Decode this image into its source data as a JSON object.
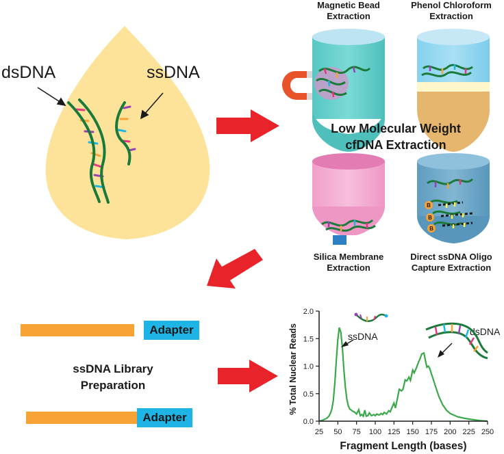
{
  "sample": {
    "ds_label": "dsDNA",
    "ss_label": "ssDNA"
  },
  "methods": {
    "magnetic": [
      "Magnetic Bead",
      "Extraction"
    ],
    "phenol": [
      "Phenol Chloroform",
      "Extraction"
    ],
    "center": [
      "Low Molecular Weight",
      "cfDNA Extraction"
    ],
    "silica": [
      "Silica Membrane",
      "Extraction"
    ],
    "oligo": [
      "Direct ssDNA Oligo",
      "Capture Extraction"
    ],
    "bead_letter": "B"
  },
  "library": {
    "adapter_label": "Adapter",
    "title": [
      "ssDNA Library",
      "Preparation"
    ]
  },
  "colors": {
    "arrow": "#e8232a",
    "teal_tube": "#5ecdc8",
    "blue_tube": "#8ed6f1",
    "pink_tube": "#f4a9cf",
    "steel_tube": "#6fa7c8",
    "drop": "#fde39a",
    "strand": "#1a7a3a",
    "adapter": "#1fb4e6",
    "insert": "#f7a234",
    "curve": "#3aa84a"
  },
  "chart_data": {
    "type": "line",
    "xlabel": "Fragment Length (bases)",
    "ylabel": "% Total Nuclear Reads",
    "xlim": [
      25,
      250
    ],
    "ylim": [
      0,
      2.0
    ],
    "xticks": [
      25,
      50,
      75,
      100,
      125,
      150,
      175,
      200,
      225,
      250
    ],
    "yticks": [
      "0.0",
      "0.5",
      "1.0",
      "1.5",
      "2.0"
    ],
    "annotations": [
      {
        "text": "ssDNA",
        "x": 52,
        "y": 1.7
      },
      {
        "text": "dsDNA",
        "x": 178,
        "y": 1.0
      }
    ],
    "series": [
      {
        "x": [
          25,
          30,
          35,
          38,
          40,
          42,
          44,
          46,
          48,
          50,
          52,
          54,
          56,
          58,
          60,
          62,
          64,
          66,
          68,
          70,
          72,
          75,
          78,
          80,
          82,
          84,
          86,
          88,
          90,
          92,
          95,
          98,
          100,
          102,
          105,
          108,
          110,
          112,
          115,
          118,
          120,
          122,
          125,
          127,
          130,
          132,
          135,
          137,
          140,
          142,
          145,
          147,
          150,
          152,
          155,
          158,
          160,
          162,
          165,
          167,
          169,
          171,
          173,
          175,
          177,
          180,
          185,
          190,
          195,
          200,
          210,
          220,
          230,
          240,
          250
        ],
        "y": [
          0.0,
          0.02,
          0.05,
          0.09,
          0.14,
          0.22,
          0.38,
          0.7,
          1.1,
          1.48,
          1.7,
          1.62,
          1.35,
          0.95,
          0.62,
          0.4,
          0.28,
          0.22,
          0.2,
          0.18,
          0.17,
          0.13,
          0.21,
          0.1,
          0.12,
          0.09,
          0.2,
          0.09,
          0.1,
          0.15,
          0.1,
          0.12,
          0.1,
          0.13,
          0.11,
          0.14,
          0.12,
          0.16,
          0.13,
          0.19,
          0.17,
          0.24,
          0.33,
          0.24,
          0.44,
          0.58,
          0.55,
          0.58,
          0.75,
          0.73,
          0.8,
          0.74,
          0.93,
          0.88,
          0.97,
          1.08,
          1.14,
          1.22,
          1.24,
          1.1,
          0.98,
          1.0,
          0.95,
          0.86,
          0.78,
          0.65,
          0.45,
          0.3,
          0.2,
          0.14,
          0.08,
          0.05,
          0.03,
          0.01,
          0.0
        ]
      }
    ]
  }
}
